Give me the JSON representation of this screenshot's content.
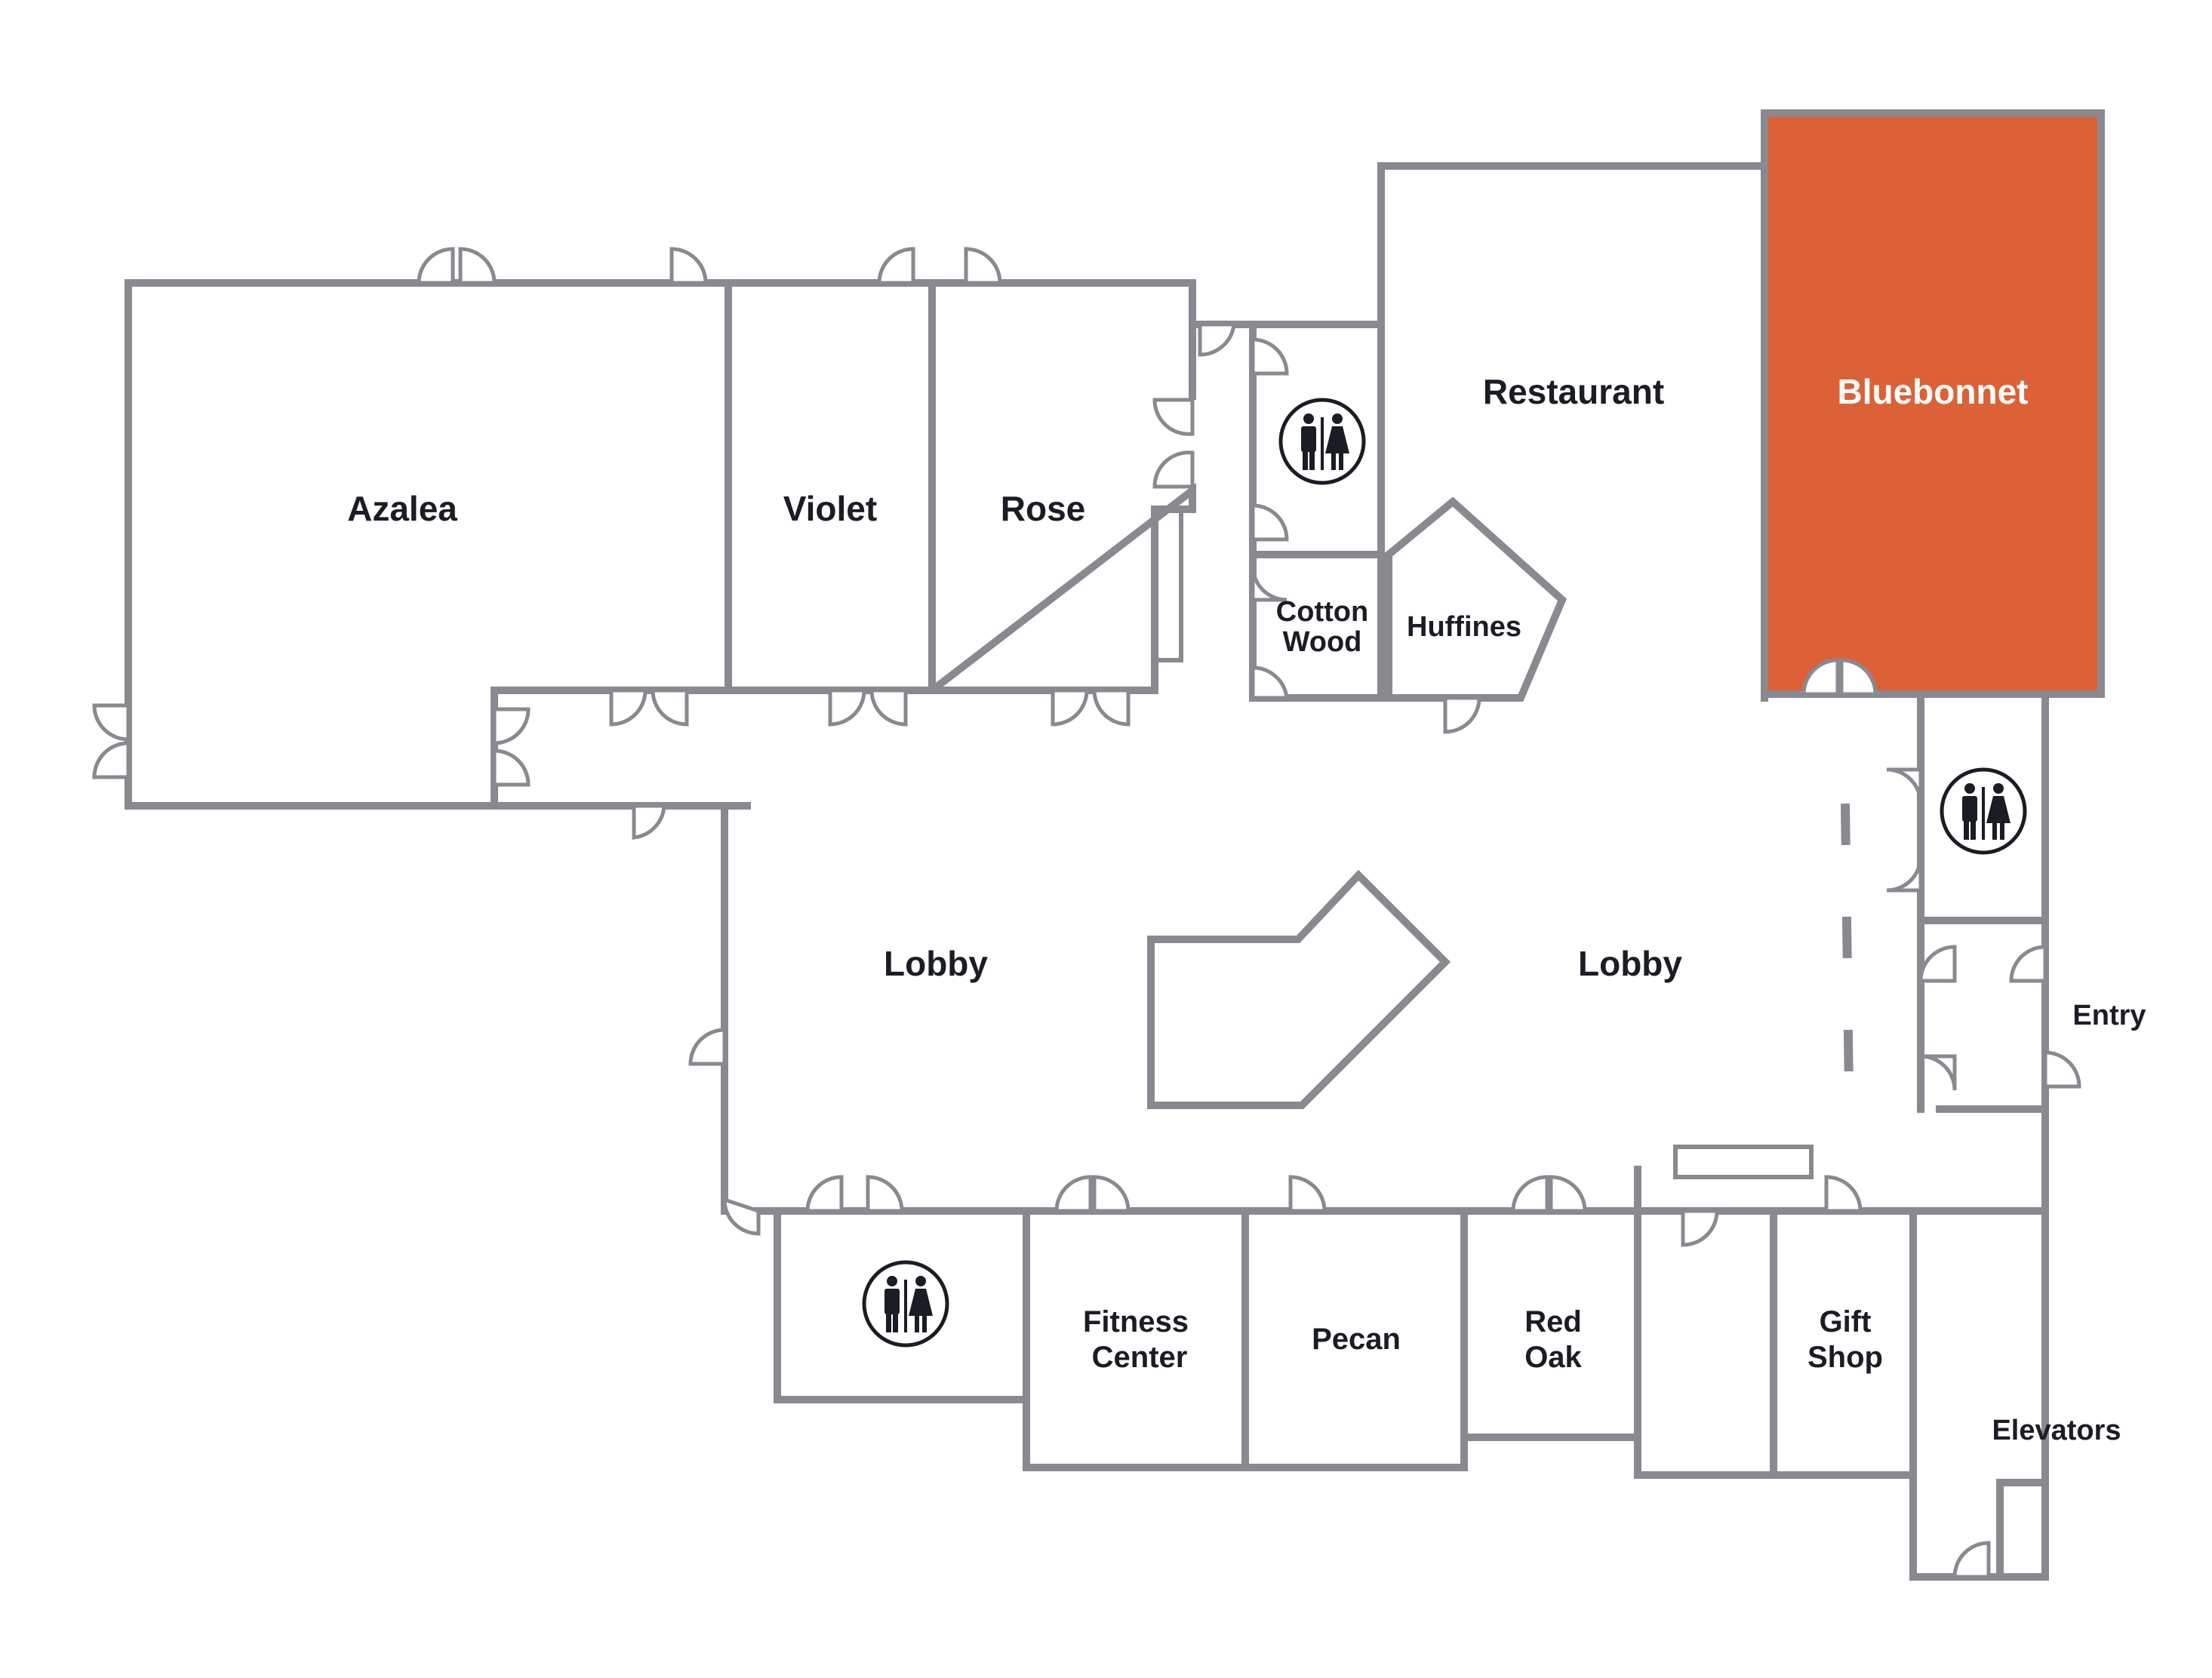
{
  "floorplan": {
    "highlight_color": "#dd6136",
    "wall_color": "#8a8990",
    "label_color": "#1b1d24",
    "rooms": {
      "azalea": "Azalea",
      "violet": "Violet",
      "rose": "Rose",
      "restaurant": "Restaurant",
      "bluebonnet": "Bluebonnet",
      "cotton_wood_line1": "Cotton",
      "cotton_wood_line2": "Wood",
      "huffines": "Huffines",
      "lobby_west": "Lobby",
      "lobby_east": "Lobby",
      "entry": "Entry",
      "fitness_line1": "Fitness",
      "fitness_line2": "Center",
      "pecan": "Pecan",
      "red_oak_line1": "Red",
      "red_oak_line2": "Oak",
      "gift_shop_line1": "Gift",
      "gift_shop_line2": "Shop",
      "elevators": "Elevators"
    },
    "icons": {
      "restroom": "restroom-icon"
    }
  }
}
